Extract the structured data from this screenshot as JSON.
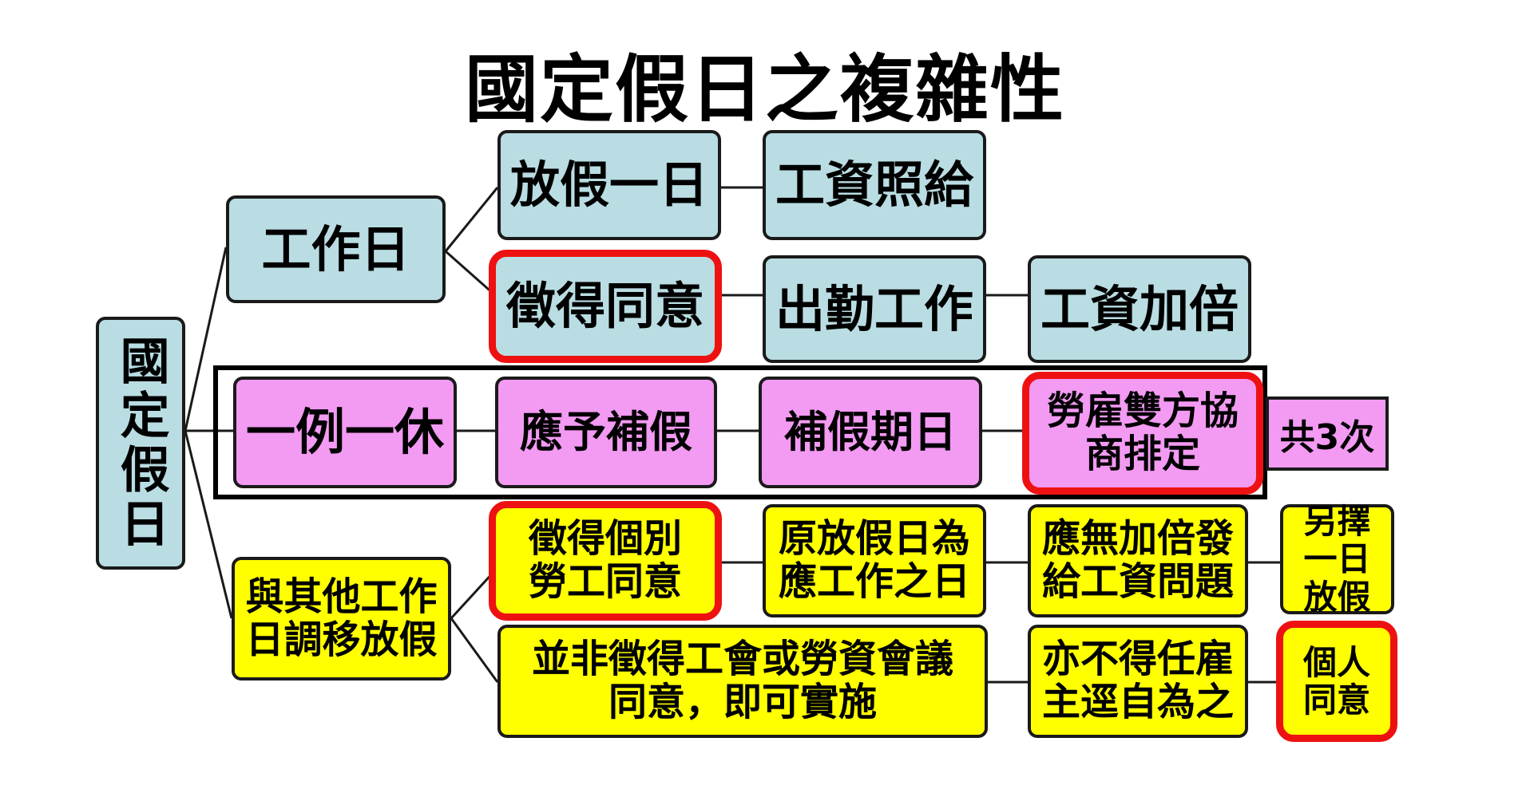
{
  "title": "國定假日之複雜性",
  "root": "國定假日",
  "branches": {
    "workday": {
      "label": "工作日",
      "leave": "放假一日",
      "leave_pay": "工資照給",
      "consent": "徵得同意",
      "work": "出勤工作",
      "double_pay": "工資加倍"
    },
    "rest": {
      "label": "一例一休",
      "comp": "應予補假",
      "comp_date": "補假期日",
      "negotiate": "勞雇雙方協商排定",
      "times": "共3次"
    },
    "swap": {
      "label": "與其他工作日調移放假",
      "individual": "徵得個別勞工同意",
      "becomes_workday": "原放假日為應工作之日",
      "no_double": "應無加倍發給工資問題",
      "choose_day": "另擇一日放假",
      "not_union": "並非徵得工會或勞資會議同意，即可實施",
      "no_employer": "亦不得任雇主逕自為之",
      "personal": "個人同意"
    }
  },
  "colors": {
    "blue": "#b9dde2",
    "pink": "#f39af3",
    "yellow": "#ffff00",
    "highlight": "#ee1111"
  }
}
